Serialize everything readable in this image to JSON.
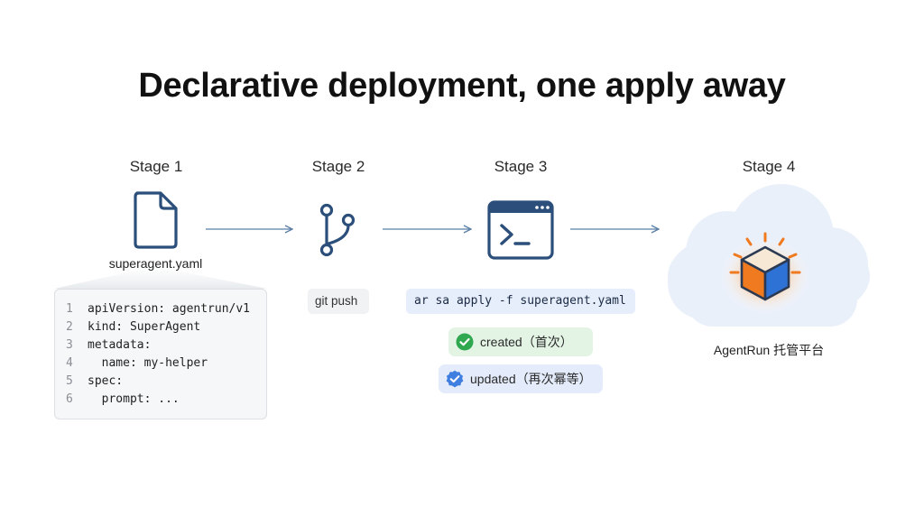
{
  "title": "Declarative deployment, one apply away",
  "stages": [
    {
      "label": "Stage 1"
    },
    {
      "label": "Stage 2"
    },
    {
      "label": "Stage 3"
    },
    {
      "label": "Stage 4"
    }
  ],
  "stage1": {
    "file_name": "superagent.yaml",
    "file_icon": "document-icon",
    "code_lines": [
      {
        "num": "1",
        "text": "apiVersion: agentrun/v1"
      },
      {
        "num": "2",
        "text": "kind: SuperAgent"
      },
      {
        "num": "3",
        "text": "metadata:"
      },
      {
        "num": "4",
        "text": "  name: my-helper"
      },
      {
        "num": "5",
        "text": "spec:"
      },
      {
        "num": "6",
        "text": "  prompt: ..."
      }
    ]
  },
  "stage2": {
    "icon": "git-branch-icon",
    "command": "git push"
  },
  "stage3": {
    "icon": "terminal-window-icon",
    "command": "ar sa apply -f superagent.yaml",
    "statuses": [
      {
        "label": "created（首次）",
        "icon": "check-circle-icon",
        "color": "#2fa84f"
      },
      {
        "label": "updated（再次幂等）",
        "icon": "check-badge-icon",
        "color": "#3f7fe0"
      }
    ]
  },
  "stage4": {
    "icon": "cloud-cube-icon",
    "label": "AgentRun 托管平台"
  },
  "colors": {
    "icon_stroke": "#2b4f7a",
    "arrow": "#5b7fa6",
    "cube_orange": "#f07a1f",
    "cube_blue": "#2f72d6",
    "cloud": "#eaf0fa"
  }
}
